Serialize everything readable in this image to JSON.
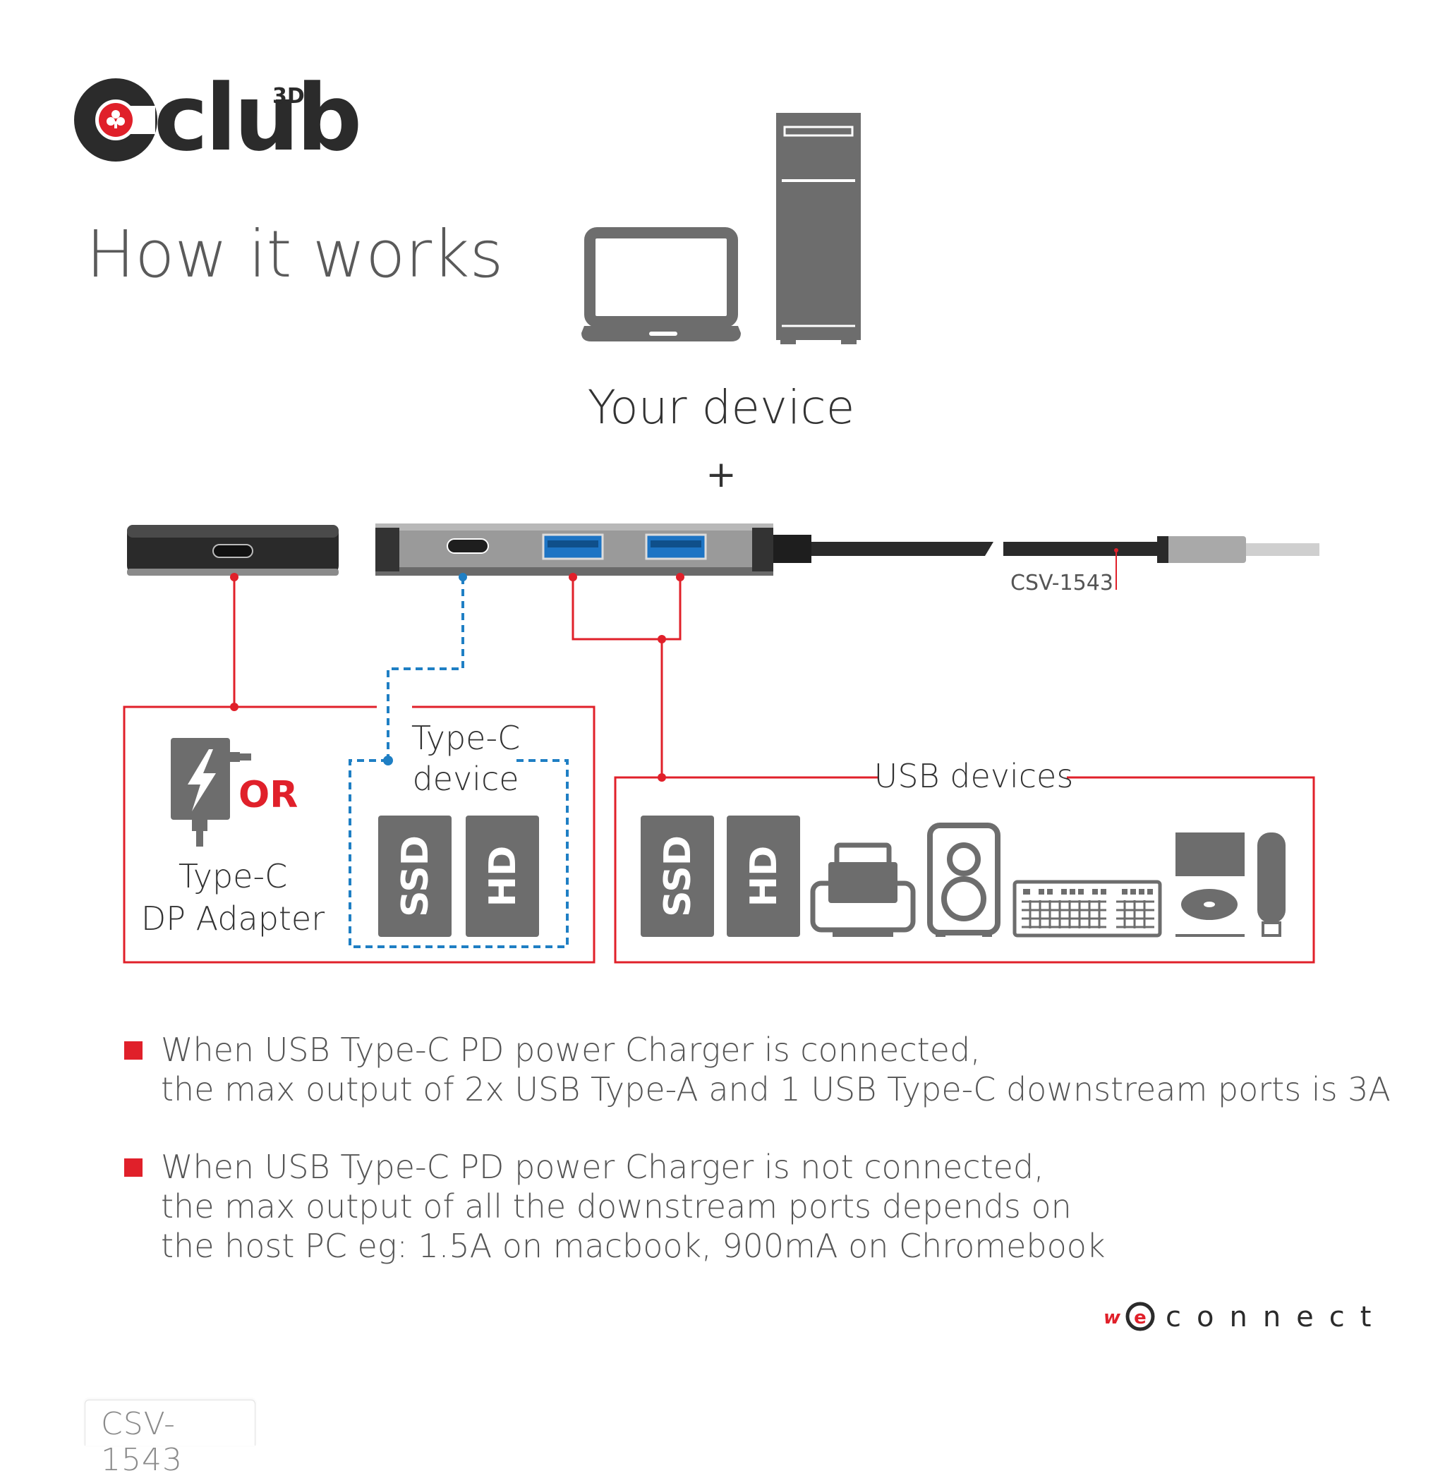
{
  "brand": {
    "logo_text": "club",
    "logo_superscript": "3D",
    "partner_logo_w": "w",
    "partner_logo_text": "connect",
    "partner_logo_e": "e"
  },
  "heading": "How it works",
  "host": {
    "label": "Your device",
    "plus": "+"
  },
  "cable": {
    "model_label": "CSV-1543"
  },
  "left_panel": {
    "charger_or": "OR",
    "charger_label_line1": "Type-C",
    "charger_label_line2": "DP Adapter",
    "typec_label_line1": "Type-C",
    "typec_label_line2": "device",
    "drive1": "SSD",
    "drive2": "HD"
  },
  "right_panel": {
    "title": "USB devices",
    "drive1": "SSD",
    "drive2": "HD"
  },
  "notes": [
    {
      "lines": [
        "When USB Type-C PD power Charger is connected,",
        "the max output of 2x USB Type-A and 1 USB Type-C downstream ports is 3A"
      ]
    },
    {
      "lines": [
        "When USB Type-C PD power Charger is not connected,",
        "the max output of all the downstream ports depends on",
        "the host PC eg: 1.5A on macbook, 900mA on Chromebook"
      ]
    }
  ],
  "footer_sku": "CSV-1543",
  "colors": {
    "accent_red": "#e0202a",
    "accent_blue": "#1f7fc4",
    "icon_gray": "#6d6d6d",
    "text_gray": "#555555"
  }
}
